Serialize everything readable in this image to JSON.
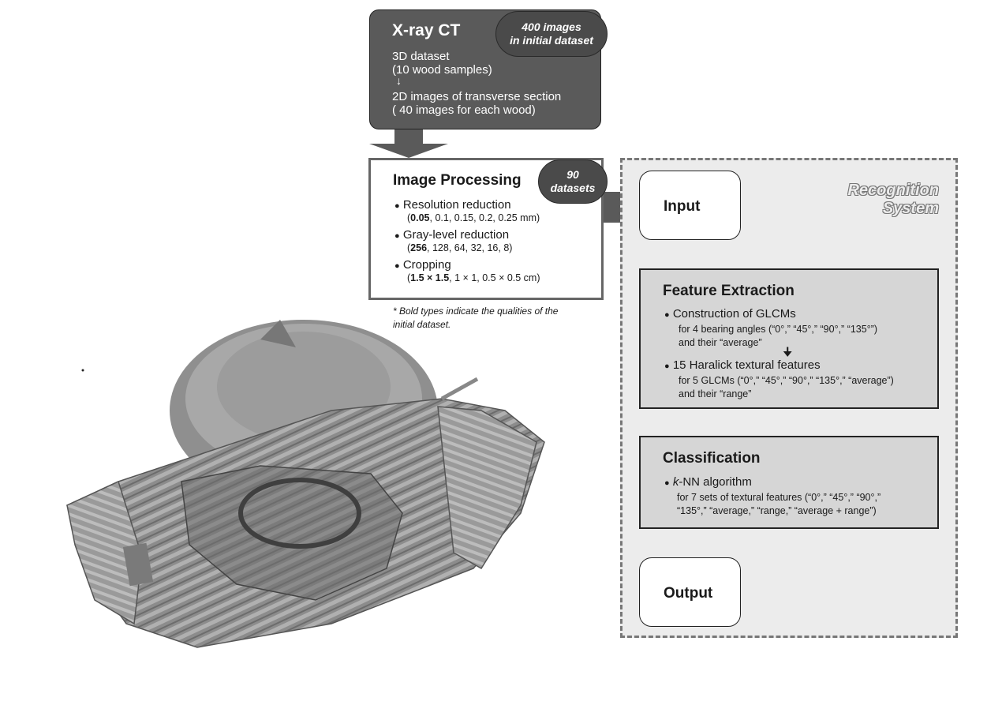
{
  "xray": {
    "title": "X-ray CT",
    "line1": "3D dataset",
    "line2": "(10 wood samples)",
    "arrow": "↓",
    "line3": "2D images of transverse section",
    "line4": "( 40 images for each wood)",
    "badge_line1": "400 images",
    "badge_line2": "in initial dataset"
  },
  "image_processing": {
    "title": "Image Processing",
    "badge_line1": "90",
    "badge_line2": "datasets",
    "items": [
      {
        "label": "Resolution reduction",
        "bold": "0.05",
        "rest": ", 0.1, 0.15, 0.2, 0.25 mm)"
      },
      {
        "label": "Gray-level reduction",
        "bold": "256",
        "rest": ", 128, 64, 32, 16, 8)"
      },
      {
        "label": "Cropping",
        "bold": "1.5 × 1.5",
        "rest": ", 1 × 1, 0.5 × 0.5 cm)"
      }
    ],
    "open_paren": "(",
    "note_line1": "* Bold types indicate the qualities of the",
    "note_line2": "initial dataset."
  },
  "recognition": {
    "title_line1": "Recognition",
    "title_line2": "System",
    "input": "Input",
    "output": "Output",
    "feature_extraction": {
      "title": "Feature Extraction",
      "item1": "Construction of GLCMs",
      "item1_sub1": "for 4 bearing angles (“0°,” “45°,” “90°,” “135°”)",
      "item1_sub2": "and their “average”",
      "arrow": "🠋",
      "item2": "15 Haralick textural features",
      "item2_sub1": "for 5 GLCMs (“0°,” “45°,” “90°,” “135°,” “average”)",
      "item2_sub2": "and their “range”"
    },
    "classification": {
      "title": "Classification",
      "item_italic": "k",
      "item_rest": "-NN algorithm",
      "sub1": "for 7 sets of textural features (“0°,” “45°,” “90°,”",
      "sub2": "“135°,” “average,” “range,” “average + range”)"
    }
  },
  "bullet": "●",
  "colors": {
    "dark_box": "#5a5a5a",
    "badge": "#4a4a4a",
    "panel": "#ececec",
    "process_box": "#d6d6d6"
  }
}
